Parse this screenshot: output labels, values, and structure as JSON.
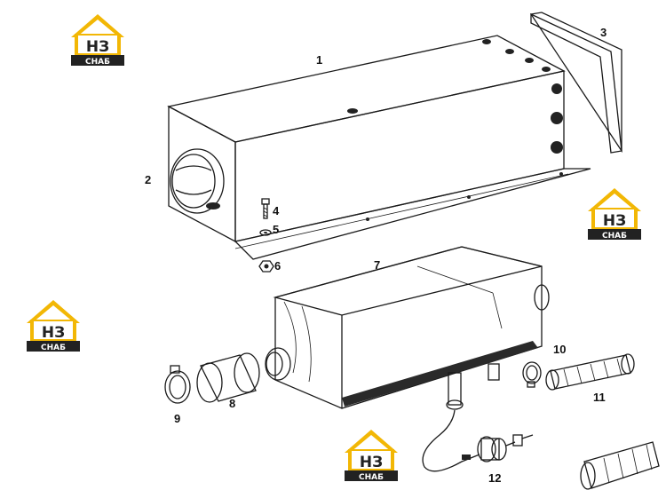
{
  "diagram": {
    "callouts": {
      "c1": "1",
      "c2": "2",
      "c3": "3",
      "c4": "4",
      "c5": "5",
      "c6": "6",
      "c7": "7",
      "c8": "8",
      "c9": "9",
      "c10": "10",
      "c11": "11",
      "c12": "12"
    }
  },
  "watermark": {
    "logo_letters": "НЗ",
    "logo_word": "СНАБ",
    "colors": {
      "roof": "#f2b705",
      "plate": "#222222",
      "text": "#ffffff"
    }
  }
}
